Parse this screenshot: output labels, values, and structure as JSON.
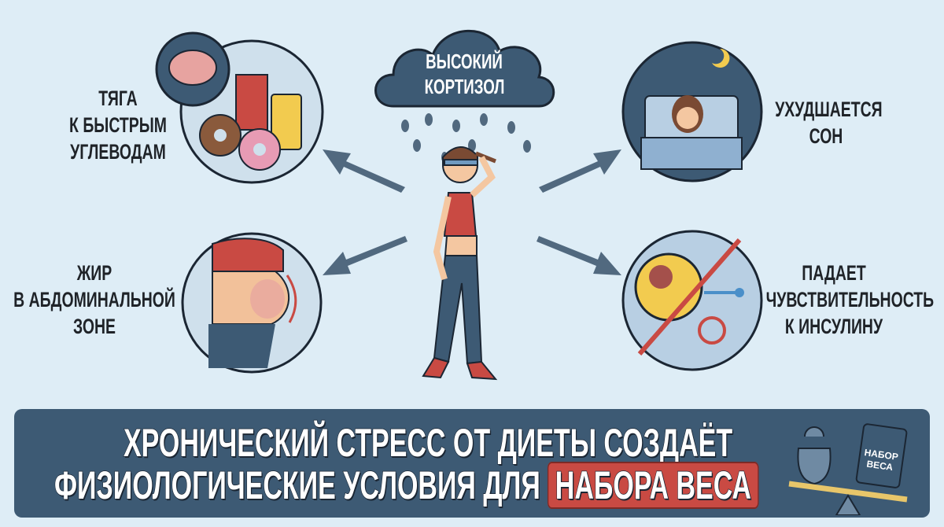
{
  "cloud": {
    "line1": "ВЫСОКИЙ",
    "line2": "КОРТИЗОЛ"
  },
  "effects": [
    {
      "lines": [
        "ТЯГА",
        "К БЫСТРЫМ",
        "УГЛЕВОДАМ"
      ],
      "icon": "sweets-brain-icon"
    },
    {
      "lines": [
        "УХУДШАЕТСЯ",
        "СОН"
      ],
      "icon": "sleepless-woman-icon"
    },
    {
      "lines": [
        "ЖИР",
        "В АБДОМИНАЛЬНОЙ",
        "ЗОНЕ"
      ],
      "icon": "belly-fat-icon"
    },
    {
      "lines": [
        "ПАДАЕТ",
        "ЧУВСТВИТЕЛЬНОСТЬ",
        "К ИНСУЛИНУ"
      ],
      "icon": "insulin-resistance-icon"
    }
  ],
  "banner": {
    "line1": "ХРОНИЧЕСКИЙ СТРЕСС ОТ ДИЕТЫ СОЗДАЁТ",
    "line2": "ФИЗИОЛОГИЧЕСКИЕ УСЛОВИЯ ДЛЯ",
    "highlight": "НАБОРА ВЕСА",
    "scale_label_1": "НАБОР",
    "scale_label_2": "ВЕСА"
  },
  "colors": {
    "background": "#deedf6",
    "banner": "#3d5a74",
    "highlight": "#c94a43",
    "circle": "#3d5a74"
  }
}
